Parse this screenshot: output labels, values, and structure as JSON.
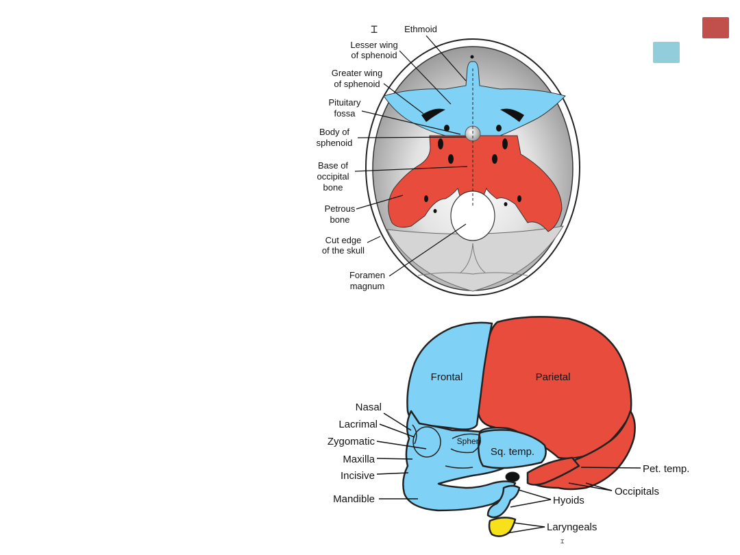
{
  "colors": {
    "blue_bone": "#7fd2f5",
    "red_bone": "#e84c3d",
    "yellow_bone": "#f7e11a",
    "red_button": "#c1504d",
    "blue_button": "#92cddc"
  },
  "icons": {
    "cursor": "text-cursor-icon"
  },
  "top_diagram": {
    "labels": {
      "ethmoid": "Ethmoid",
      "lesser_wing_1": "Lesser wing",
      "lesser_wing_2": "of sphenoid",
      "greater_wing_1": "Greater wing",
      "greater_wing_2": "of sphenoid",
      "pituitary_1": "Pituitary",
      "pituitary_2": "fossa",
      "body_1": "Body of",
      "body_2": "sphenoid",
      "base_1": "Base of",
      "base_2": "occipital",
      "base_3": "bone",
      "petrous_1": "Petrous",
      "petrous_2": "bone",
      "cut_edge_1": "Cut edge",
      "cut_edge_2": "of the skull",
      "foramen_1": "Foramen",
      "foramen_2": "magnum"
    }
  },
  "bottom_diagram": {
    "labels": {
      "frontal": "Frontal",
      "parietal": "Parietal",
      "sphen": "Sphen",
      "sq_temp": "Sq. temp.",
      "nasal": "Nasal",
      "lacrimal": "Lacrimal",
      "zygomatic": "Zygomatic",
      "maxilla": "Maxilla",
      "incisive": "Incisive",
      "mandible": "Mandible",
      "pet_temp": "Pet. temp.",
      "occipitals": "Occipitals",
      "hyoids": "Hyoids",
      "laryngeals": "Laryngeals"
    }
  }
}
